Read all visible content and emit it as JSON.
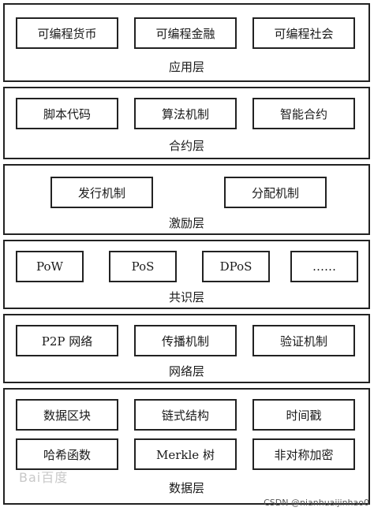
{
  "layers": [
    {
      "label": "应用层",
      "boxes": [
        "可编程货币",
        "可编程金融",
        "可编程社会"
      ]
    },
    {
      "label": "合约层",
      "boxes": [
        "脚本代码",
        "算法机制",
        "智能合约"
      ]
    },
    {
      "label": "激励层",
      "boxes": [
        "发行机制",
        "分配机制"
      ]
    },
    {
      "label": "共识层",
      "boxes": [
        "PoW",
        "PoS",
        "DPoS",
        "……"
      ]
    },
    {
      "label": "网络层",
      "boxes": [
        "P2P 网络",
        "传播机制",
        "验证机制"
      ]
    },
    {
      "label": "数据层",
      "boxes": [
        "数据区块",
        "链式结构",
        "时间戳",
        "哈希函数",
        "Merkle 树",
        "非对称加密"
      ]
    }
  ],
  "watermark": "Bai百度",
  "credit": "CSDN @nianhuaijinhao0"
}
